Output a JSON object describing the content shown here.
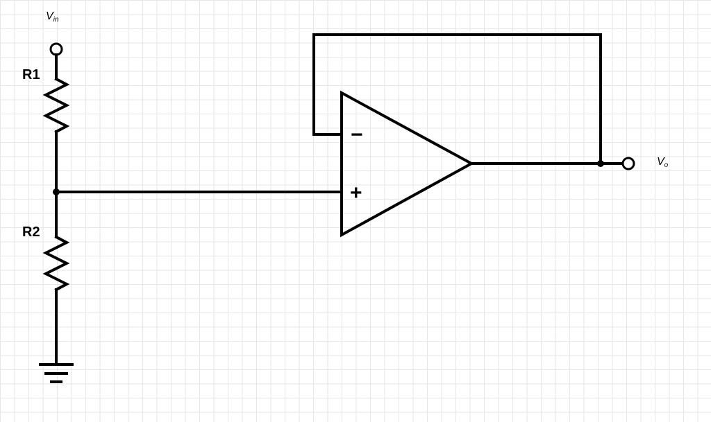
{
  "labels": {
    "vin_main": "V",
    "vin_sub": "in",
    "vo_main": "V",
    "vo_sub": "o",
    "r1": "R1",
    "r2": "R2",
    "opamp_minus": "−",
    "opamp_plus": "+"
  },
  "colors": {
    "wire": "#000000",
    "grid": "#e6e6e6",
    "background": "#ffffff"
  }
}
